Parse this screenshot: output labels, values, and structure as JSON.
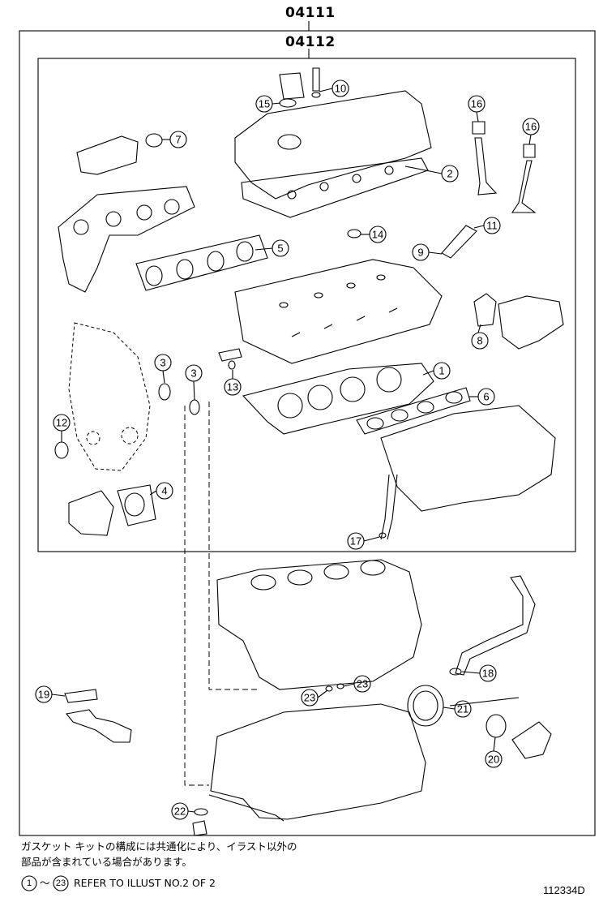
{
  "kit_numbers": {
    "outer": "04111",
    "inner": "04112"
  },
  "callouts": [
    "1",
    "2",
    "3",
    "3",
    "4",
    "5",
    "6",
    "7",
    "8",
    "9",
    "10",
    "11",
    "12",
    "13",
    "14",
    "15",
    "16",
    "16",
    "17",
    "18",
    "19",
    "20",
    "21",
    "22",
    "23",
    "23"
  ],
  "notes": {
    "japanese_line1": "ガスケット キットの構成には共通化により、イラスト以外の",
    "japanese_line2": "部品が含まれている場合があります。",
    "refer_from": "1",
    "refer_to": "23",
    "refer_separator": "～",
    "refer_text": "REFER TO ILLUST NO.2 OF 2"
  },
  "drawing_id": "112334D"
}
